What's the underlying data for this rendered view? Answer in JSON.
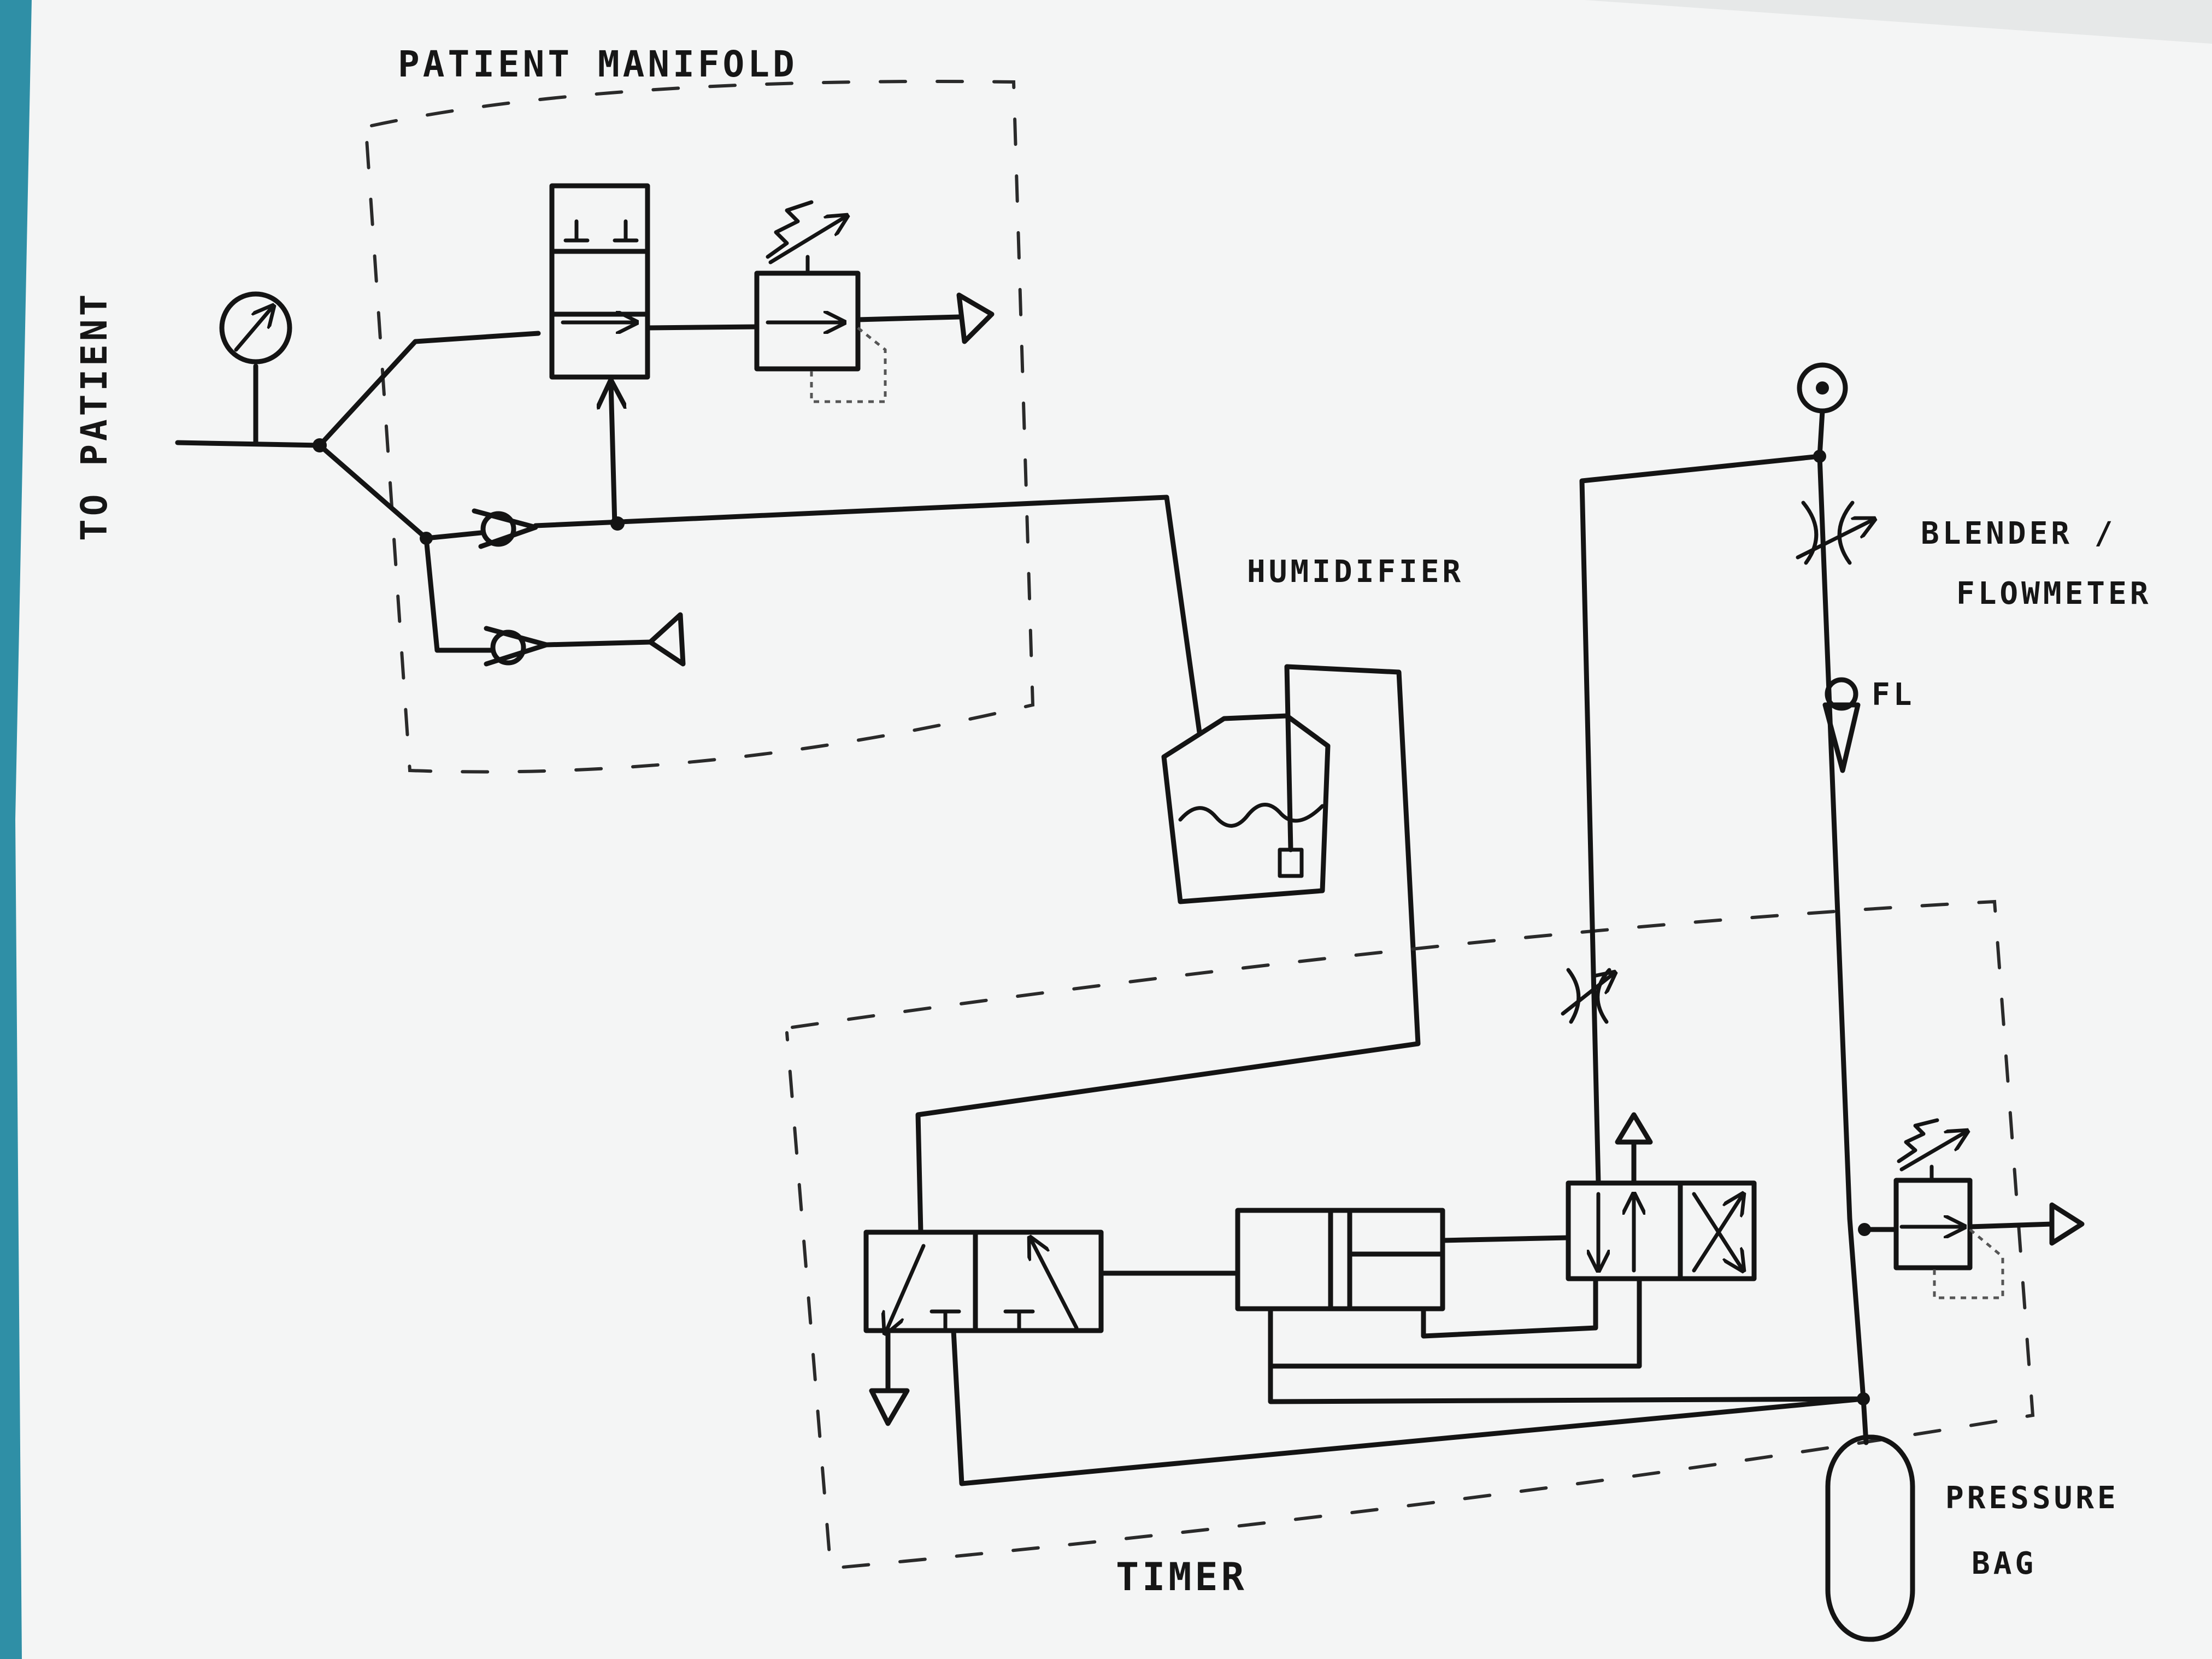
{
  "labels": {
    "patient_manifold": "PATIENT MANIFOLD",
    "to_patient": "TO PATIENT",
    "humidifier": "HUMIDIFIER",
    "blender_line1": "BLENDER /",
    "blender_line2": "FLOWMETER",
    "flowmeter_tag": "FL",
    "pressure_bag_line1": "PRESSURE",
    "pressure_bag_line2": "BAG",
    "timer": "TIMER"
  },
  "colors": {
    "ink": "#141414",
    "paper": "#f4f5f5",
    "backdrop": "#2f8fa6"
  },
  "symbols": [
    "pressure-gauge-icon",
    "two-position-valve-icon",
    "pressure-relief-valve-icon",
    "exhaust-triangle-icon",
    "check-valve-icon",
    "humidifier-icon",
    "gas-source-icon",
    "variable-restrictor-icon",
    "flowmeter-icon",
    "pilot-valve-icon",
    "cylinder-icon",
    "pressure-bag-icon"
  ]
}
